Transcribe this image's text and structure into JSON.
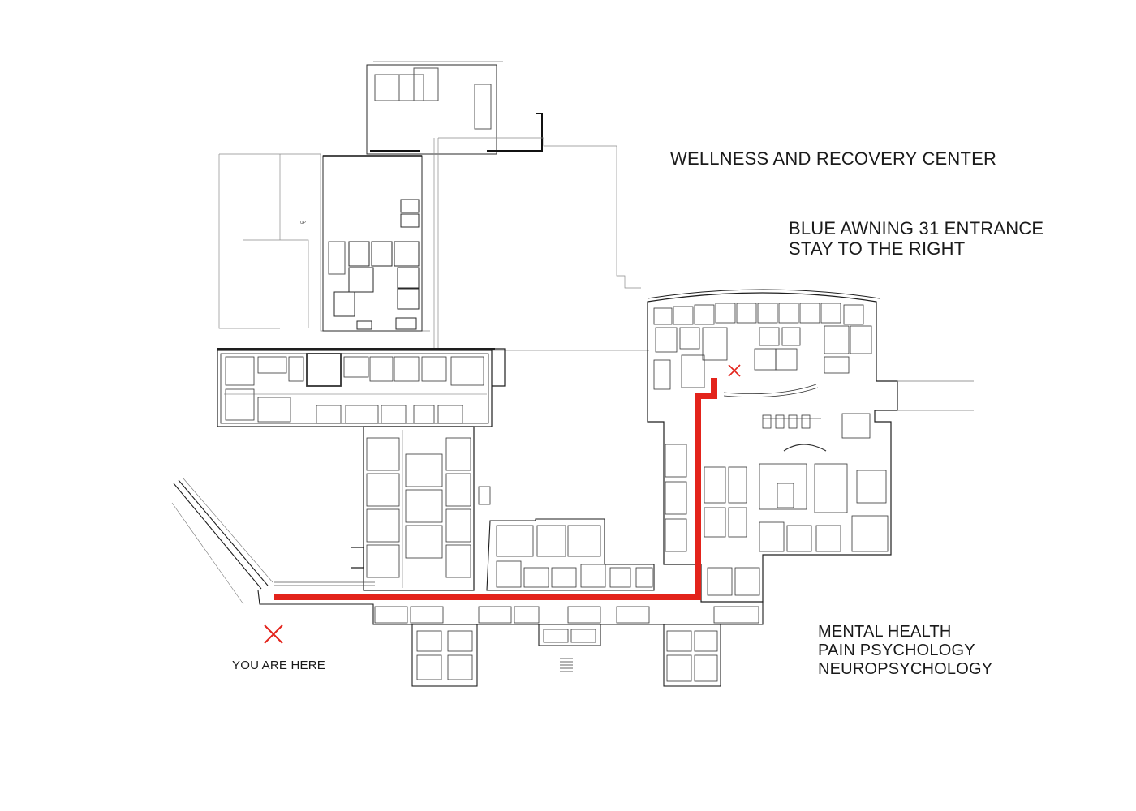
{
  "map": {
    "title": "WELLNESS AND RECOVERY CENTER",
    "entrance_lines": [
      "BLUE AWNING 31 ENTRANCE",
      "STAY TO THE RIGHT"
    ],
    "department_lines": [
      "MENTAL HEALTH",
      "PAIN PSYCHOLOGY",
      "NEUROPSYCHOLOGY"
    ],
    "you_are_here": "YOU ARE HERE",
    "stair_label": "UP",
    "colors": {
      "route": "#e3231b",
      "walls": "#1e1e1e",
      "thin_lines": "#8a8a8a",
      "marker": "#e3231b"
    },
    "icons": {
      "start_marker": "x-marker-icon",
      "destination_marker": "x-marker-icon"
    }
  }
}
